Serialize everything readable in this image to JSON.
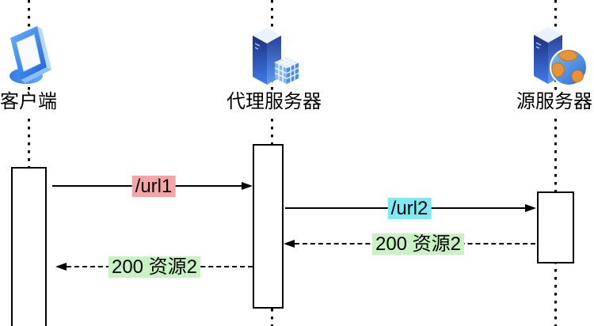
{
  "diagram": {
    "type": "sequence-diagram",
    "background_color": "#ffffff",
    "line_color": "#000000",
    "actors": [
      {
        "id": "client",
        "label": "客户端",
        "icon": "computer-icon"
      },
      {
        "id": "proxy",
        "label": "代理服务器",
        "icon": "server-cube-icon"
      },
      {
        "id": "origin",
        "label": "源服务器",
        "icon": "server-globe-icon"
      }
    ],
    "messages": [
      {
        "label": "/url1",
        "from": "客户端",
        "to": "代理服务器",
        "line": "solid",
        "highlight_color": "#f7a4a4"
      },
      {
        "label": "/url2",
        "from": "代理服务器",
        "to": "源服务器",
        "line": "solid",
        "highlight_color": "#7de9f2"
      },
      {
        "label": "200 资源2",
        "from": "源服务器",
        "to": "代理服务器",
        "line": "dashed",
        "highlight_color": "#c9f2c3"
      },
      {
        "label": "200 资源2",
        "from": "代理服务器",
        "to": "客户端",
        "line": "dashed",
        "highlight_color": "#c9f2c3"
      }
    ]
  }
}
